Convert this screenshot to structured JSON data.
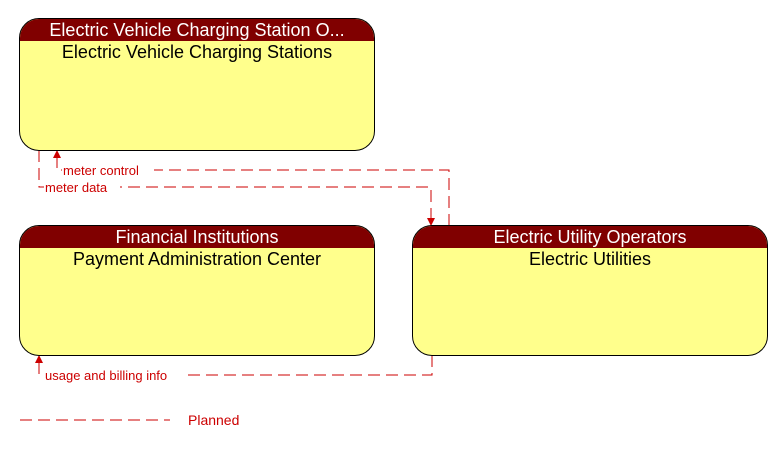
{
  "nodes": {
    "ev_charging": {
      "header": "Electric Vehicle Charging Station O...",
      "body": "Electric Vehicle Charging Stations"
    },
    "financial": {
      "header": "Financial Institutions",
      "body": "Payment Administration Center"
    },
    "utility": {
      "header": "Electric Utility Operators",
      "body": "Electric Utilities"
    }
  },
  "flows": {
    "meter_control": "meter control",
    "meter_data": "meter data",
    "usage_billing": "usage and billing info"
  },
  "legend": {
    "planned": "Planned"
  },
  "colors": {
    "header_bg": "#800000",
    "node_fill": "#ffff8c",
    "planned_line": "#cc0000"
  }
}
